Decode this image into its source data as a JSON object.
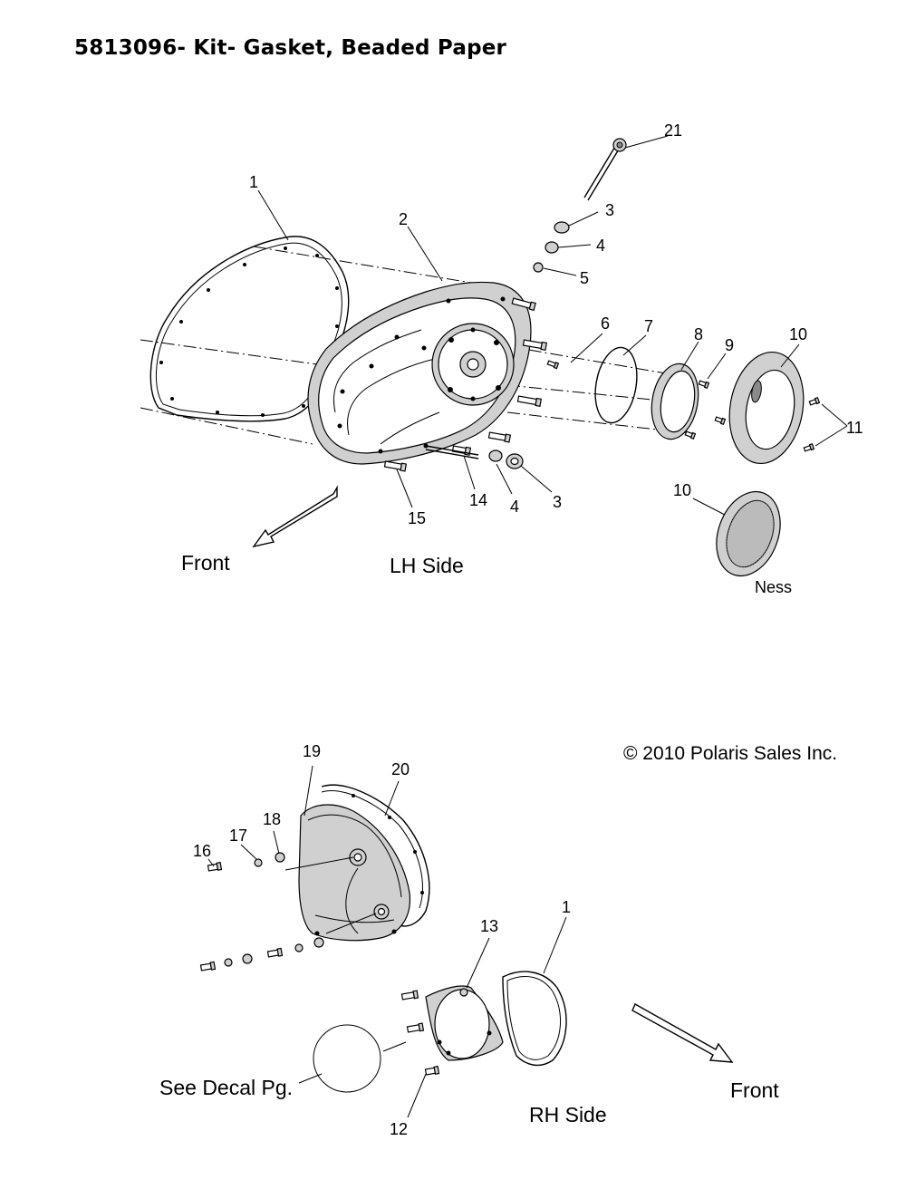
{
  "title": "5813096- Kit- Gasket, Beaded Paper",
  "copyright": "© 2010 Polaris Sales Inc.",
  "lh_side": {
    "view_label": "LH Side",
    "front_label": "Front",
    "ness_label": "Ness",
    "callouts": [
      "21",
      "1",
      "2",
      "3",
      "4",
      "5",
      "6",
      "7",
      "8",
      "9",
      "10",
      "11",
      "14",
      "4",
      "3",
      "15",
      "10"
    ]
  },
  "rh_side": {
    "view_label": "RH Side",
    "front_label": "Front",
    "decal_label": "See Decal Pg.",
    "callouts": [
      "19",
      "20",
      "18",
      "17",
      "16",
      "13",
      "1",
      "12"
    ]
  }
}
